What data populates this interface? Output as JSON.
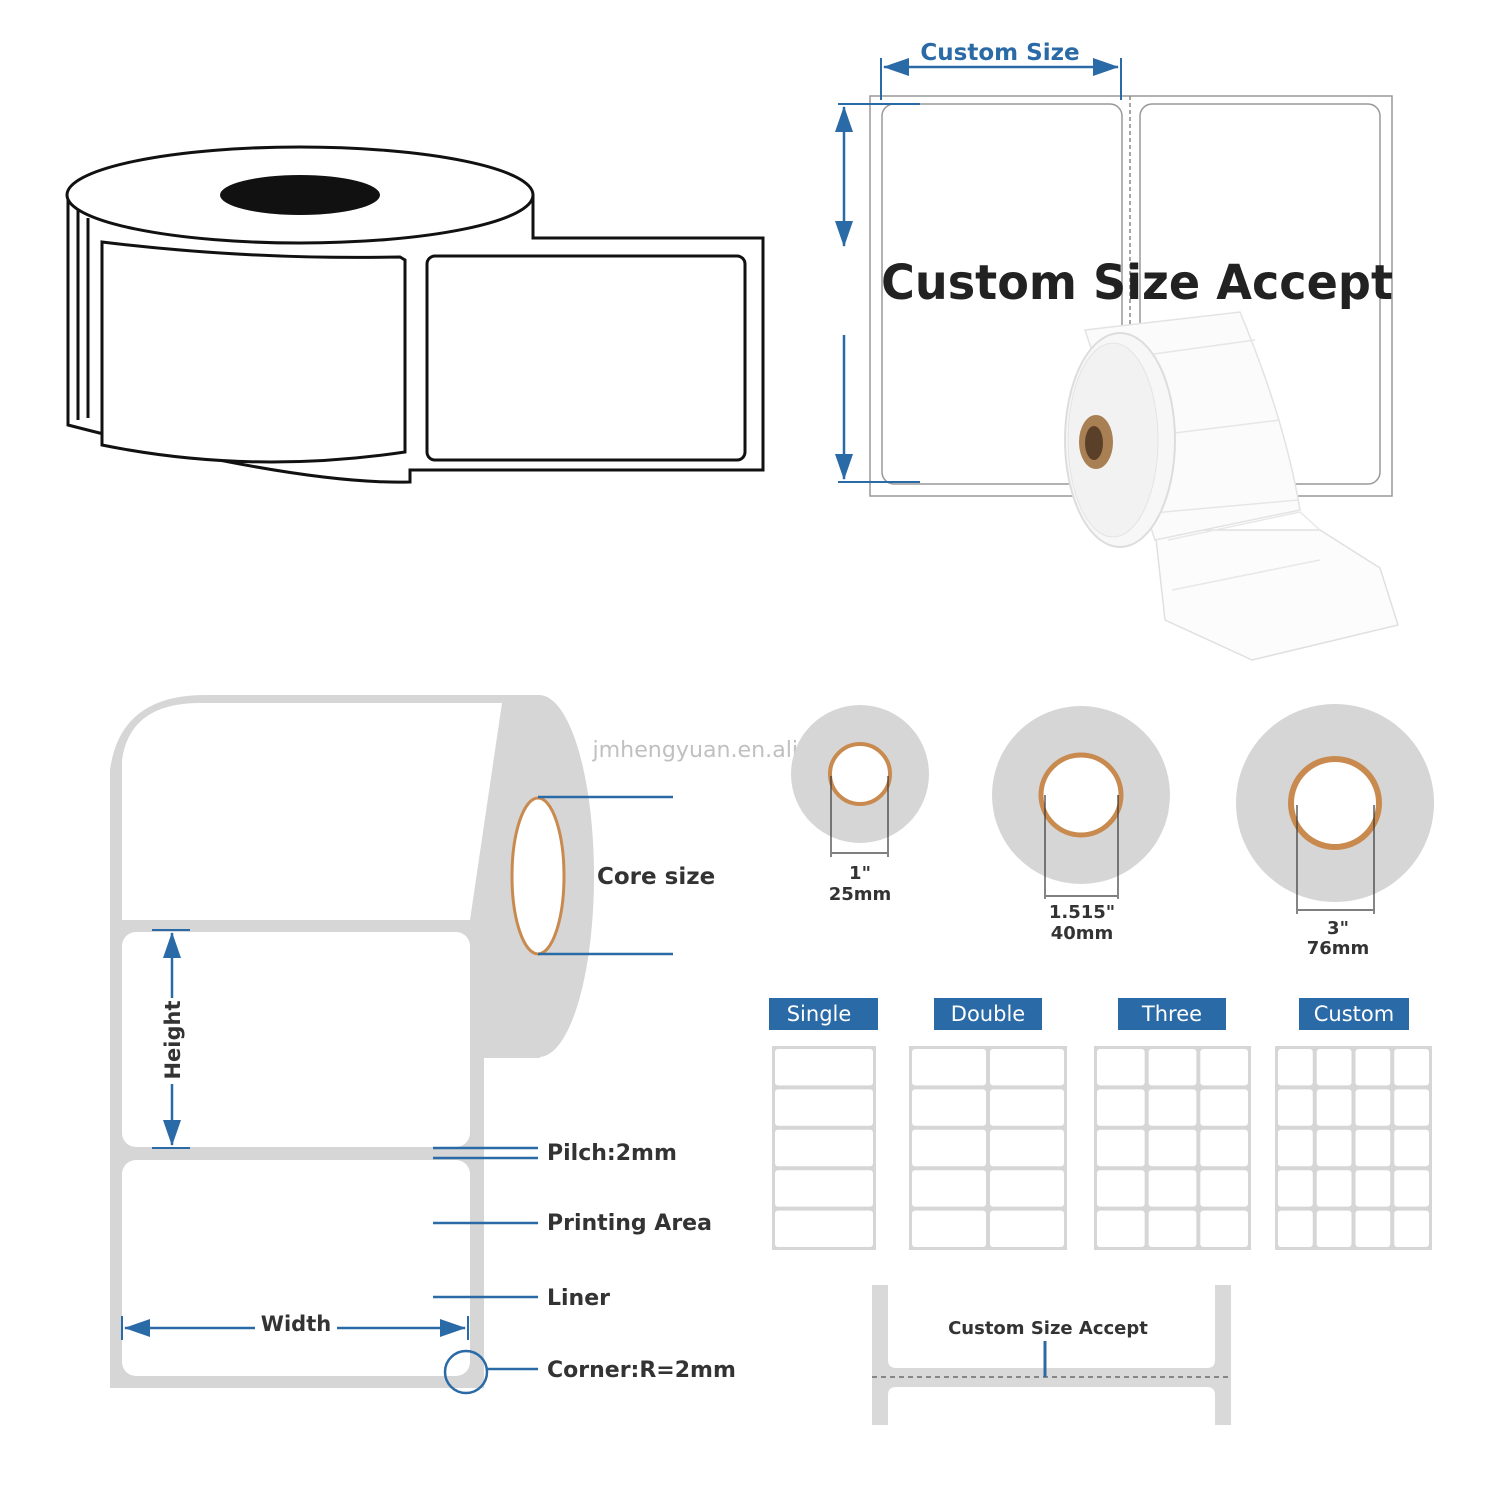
{
  "colors": {
    "accent": "#2a6aa6",
    "core": "#c98a4f",
    "roll_gray": "#d6d6d6",
    "text": "#333333"
  },
  "top_right": {
    "dimension_label": "Custom Size",
    "headline": "Custom Size Accept"
  },
  "watermark": "jmhengyuan.en.alibaba.com",
  "roll_diagram": {
    "core_label": "Core size",
    "height_label": "Height",
    "width_label": "Width",
    "pitch_label": "Pilch:2mm",
    "printing_label": "Printing Area",
    "liner_label": "Liner",
    "corner_label": "Corner:R=2mm"
  },
  "cores": [
    {
      "inch": "1\"",
      "mm": "25mm"
    },
    {
      "inch": "1.515\"",
      "mm": "40mm"
    },
    {
      "inch": "3\"",
      "mm": "76mm"
    }
  ],
  "layouts": [
    {
      "label": "Single",
      "columns": 1,
      "rows": 5
    },
    {
      "label": "Double",
      "columns": 2,
      "rows": 5
    },
    {
      "label": "Three",
      "columns": 3,
      "rows": 5
    },
    {
      "label": "Custom",
      "columns": 4,
      "rows": 5
    }
  ],
  "bottom_custom": {
    "label": "Custom Size Accept"
  }
}
